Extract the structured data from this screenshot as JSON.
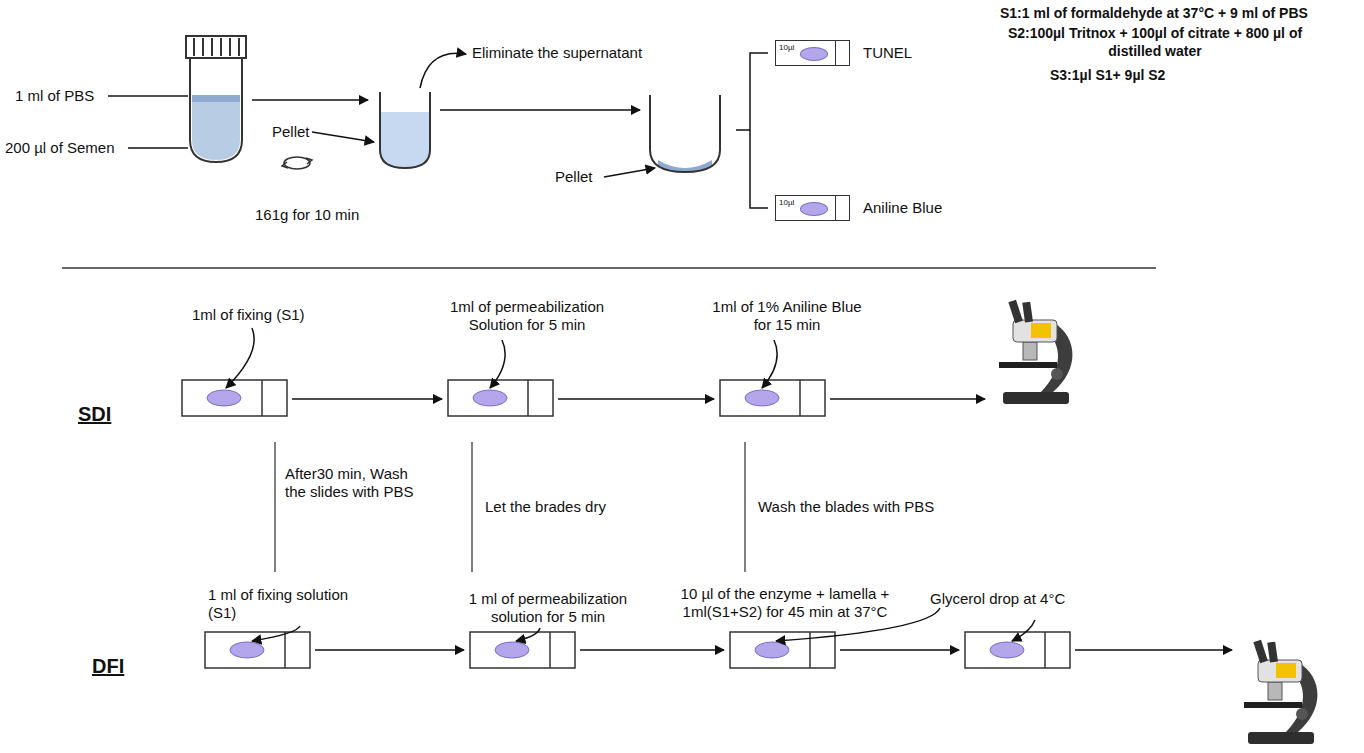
{
  "diagram": {
    "nodes": [
      {
        "text": [
          "10µl",
          "TUNEL"
        ]
      },
      {
        "text": [
          "10µl",
          "Aniline Blue"
        ]
      }
    ],
    "labels": [
      "1 ml of PBS",
      "200 µl of Semen",
      "Pellet",
      "161g for 10 min",
      "Eliminate the supernatant",
      "Pellet",
      "S1:1 ml of formaldehyde at 37°C + 9 ml of PBS",
      "S2:100µl Tritnox + 100µl of citrate + 800 µl of distilled water",
      "S3:1µl S1+ 9µl S2",
      "1ml of fixing (S1)",
      "1ml of permeabilization Solution for 5 min",
      "1ml of 1% Aniline Blue for 15 min",
      "SDI",
      "After30 min, Wash the slides with PBS",
      "Let the brades dry",
      "Wash the blades with PBS",
      "1 ml of fixing solution (S1)",
      "1 ml of permeabilization solution for 5 min",
      "10 µl of the enzyme + lamella + 1ml(S1+S2) for 45 min at 37°C",
      "Glycerol drop at 4°C",
      "DFI"
    ]
  }
}
